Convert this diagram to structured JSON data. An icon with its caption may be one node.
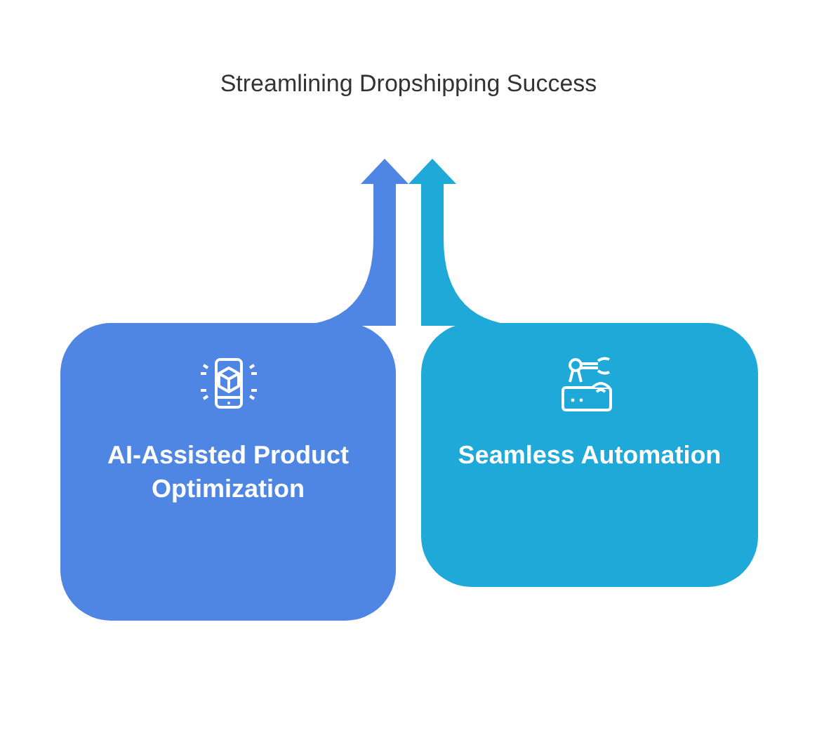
{
  "diagram": {
    "title": "Streamlining Dropshipping Success",
    "nodes": [
      {
        "text": [
          "AI-Assisted Product Optimization"
        ]
      },
      {
        "text": [
          "Seamless Automation"
        ]
      }
    ],
    "edges": [
      {
        "from": 0,
        "to": null,
        "arrow": "to",
        "color": "#4f86e3"
      },
      {
        "from": 1,
        "to": null,
        "arrow": "to",
        "color": "#1fa9d9"
      }
    ]
  }
}
